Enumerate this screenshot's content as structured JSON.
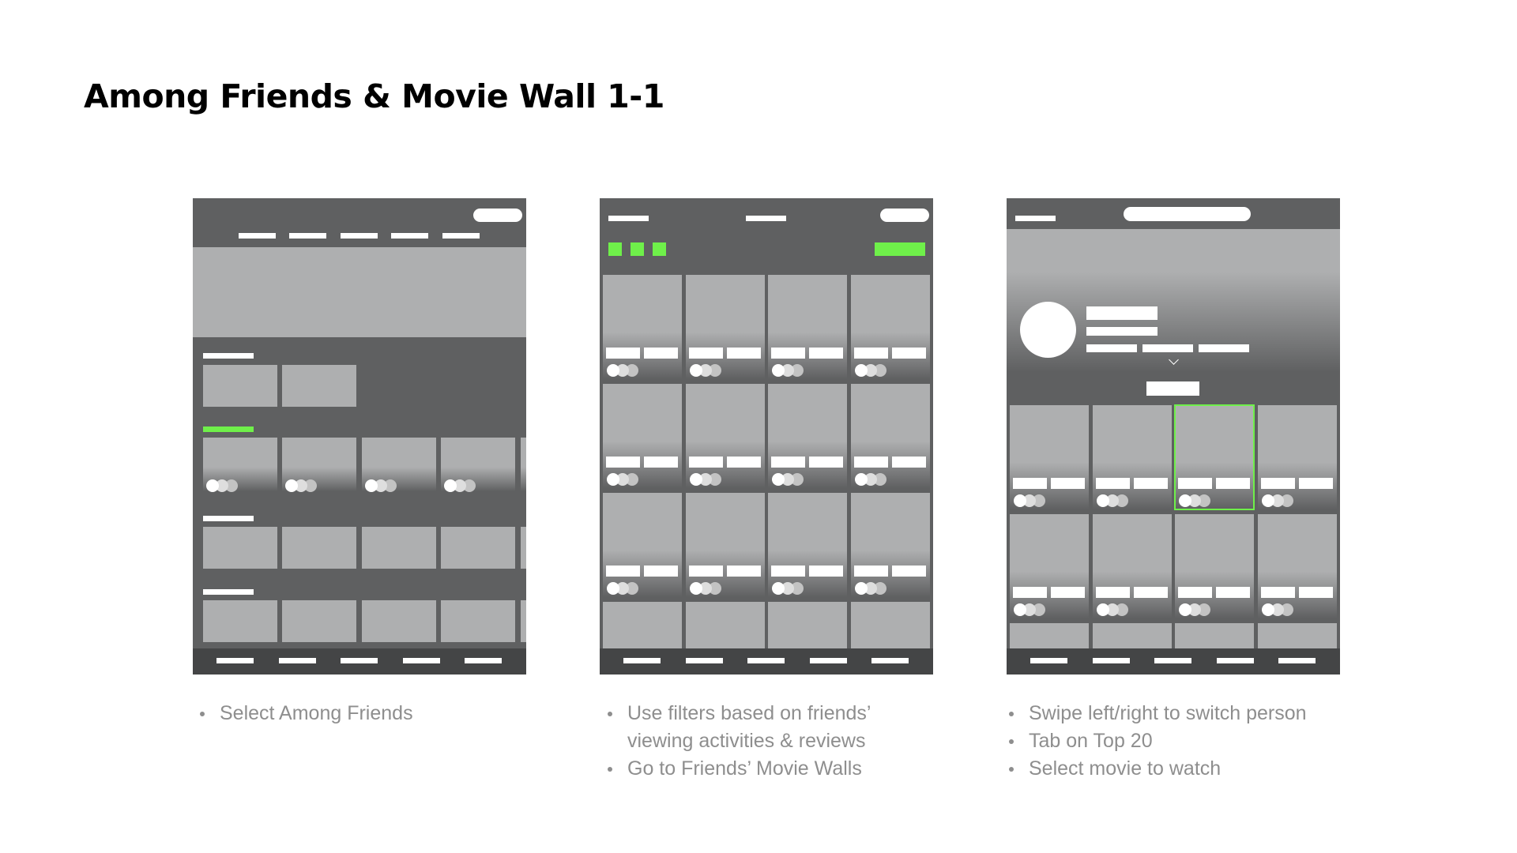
{
  "page": {
    "title": "Among Friends & Movie Wall 1-1"
  },
  "colors": {
    "background": "#ffffff",
    "frame_dark": "#5f6061",
    "placeholder_gray": "#aeafb0",
    "accent_green": "#6ff04a",
    "text_gray": "#8e8e8e"
  },
  "screens": [
    {
      "name": "among-friends-home",
      "notes": [
        "Select Among Friends"
      ]
    },
    {
      "name": "friends-filter-grid",
      "notes": [
        "Use filters based on friends’",
        "viewing activities & reviews",
        "Go to Friends’ Movie Walls"
      ]
    },
    {
      "name": "friend-movie-wall",
      "notes": [
        "Swipe left/right to switch person",
        "Tab on Top 20",
        "Select movie to watch"
      ]
    }
  ]
}
